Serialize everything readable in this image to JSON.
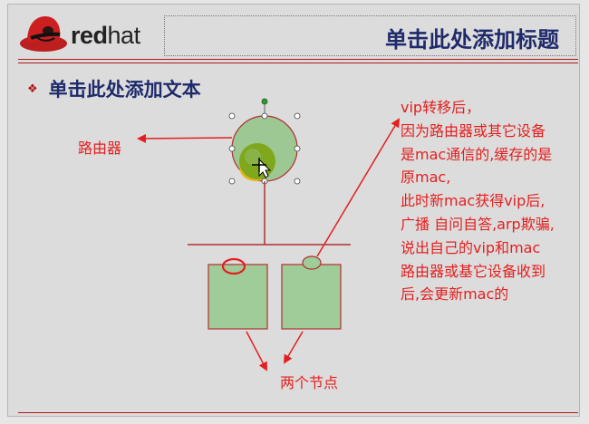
{
  "header": {
    "brand": "redhat",
    "brand_prefix": "red",
    "brand_suffix": "hat",
    "title": "单击此处添加标题"
  },
  "content": {
    "bullet": "单击此处添加文本",
    "router_label": "路由器",
    "nodes_label": "两个节点",
    "note_lines": [
      "vip转移后，",
      "因为路由器或其它设备",
      "是mac通信的,缓存的是",
      "原mac,",
      "此时新mac获得vip后,",
      "广播 自问自答,arp欺骗,",
      "说出自己的vip和mac",
      "路由器或基它设备收到",
      "后,会更新mac的"
    ]
  },
  "colors": {
    "accent_red": "#e41f1f",
    "title_blue": "#1f2a6b",
    "node_green": "#9fcc98",
    "router_green": "#9dc894"
  },
  "icons": [
    "redhat-shadowman-logo",
    "diamond-bullet-icon",
    "move-cursor-icon"
  ]
}
